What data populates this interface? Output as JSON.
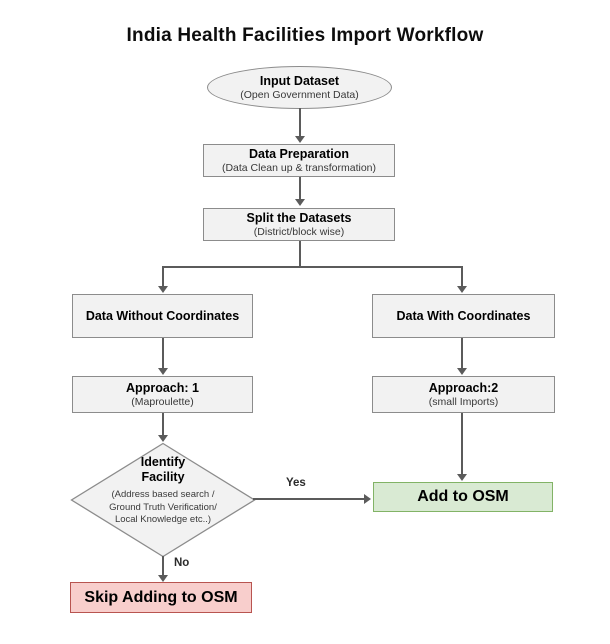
{
  "title": "India Health Facilities Import Workflow",
  "colors": {
    "shape_fill": "#f2f2f2",
    "shape_border": "#8c8c8c",
    "add_fill": "#d9ead3",
    "add_border": "#82b366",
    "skip_fill": "#f8cecc",
    "skip_border": "#b85450",
    "connector": "#5b5b5b"
  },
  "nodes": {
    "input_dataset": {
      "label": "Input Dataset",
      "sublabel": "(Open Government Data)"
    },
    "data_preparation": {
      "label": "Data Preparation",
      "sublabel": "(Data Clean up & transformation)"
    },
    "split_datasets": {
      "label": "Split the Datasets",
      "sublabel": "(District/block wise)"
    },
    "data_without_coordinates": {
      "label": "Data Without Coordinates"
    },
    "data_with_coordinates": {
      "label": "Data With Coordinates"
    },
    "approach_1": {
      "label": "Approach: 1",
      "sublabel": "(Maproulette)"
    },
    "approach_2": {
      "label": "Approach:2",
      "sublabel": "(small Imports)"
    },
    "identify_facility": {
      "label_line1": "Identify",
      "label_line2": "Facility",
      "sublabel_line1": "(Address based search /",
      "sublabel_line2": "Ground Truth Verification/",
      "sublabel_line3": "Local Knowledge etc..)"
    },
    "add_to_osm": {
      "label": "Add to OSM"
    },
    "skip_adding_to_osm": {
      "label": "Skip Adding to OSM"
    }
  },
  "edge_labels": {
    "yes": "Yes",
    "no": "No"
  }
}
